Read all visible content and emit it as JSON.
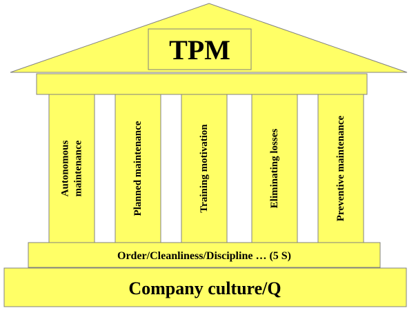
{
  "roof": {
    "title": "TPM"
  },
  "pillars": [
    {
      "lines": [
        "Autonomous",
        "maintenance"
      ]
    },
    {
      "lines": [
        "Planned maintenance"
      ]
    },
    {
      "lines": [
        "Training motivation"
      ]
    },
    {
      "lines": [
        "Eliminating losses"
      ]
    },
    {
      "lines": [
        "Preventive maintenance"
      ]
    }
  ],
  "foundation": {
    "step_label": "Order/Cleanliness/Discipline … (5 S)",
    "base_label": "Company culture/Q"
  },
  "colors": {
    "fill": "#ffff66",
    "stroke": "#808080",
    "text": "#000000"
  }
}
